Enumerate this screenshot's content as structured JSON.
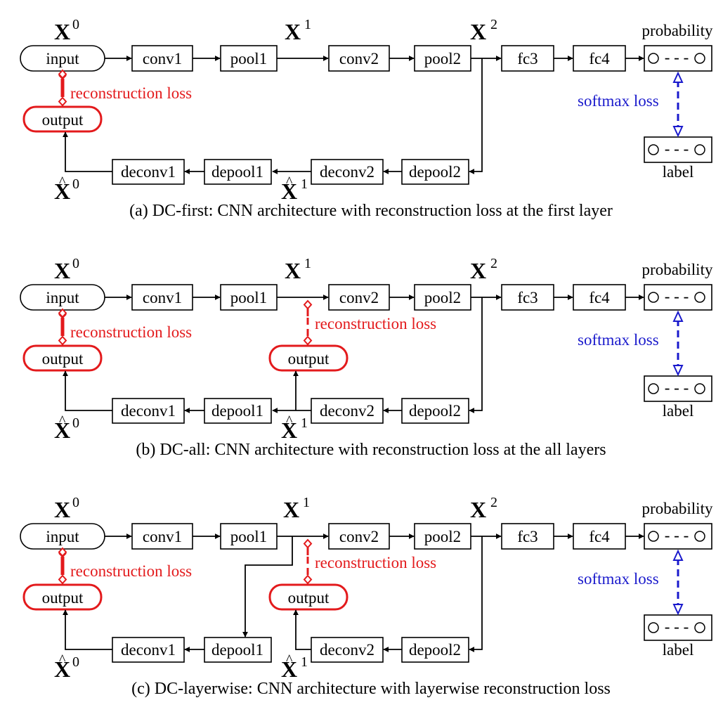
{
  "labels": {
    "input": "input",
    "output": "output",
    "conv1": "conv1",
    "pool1": "pool1",
    "conv2": "conv2",
    "pool2": "pool2",
    "fc3": "fc3",
    "fc4": "fc4",
    "deconv1": "deconv1",
    "depool1": "depool1",
    "deconv2": "deconv2",
    "depool2": "depool2",
    "probability": "probability",
    "label": "label",
    "reconstruction_loss": "reconstruction loss",
    "softmax_loss": "softmax loss",
    "var_x": "X",
    "sup0": "0",
    "sup1": "1",
    "sup2": "2",
    "hat": "^",
    "dashes": "- - -"
  },
  "captions": {
    "a": "(a)  DC-first: CNN architecture with reconstruction loss at the first layer",
    "b": "(b)  DC-all: CNN architecture with reconstruction loss at the all layers",
    "c": "(c)  DC-layerwise: CNN architecture with layerwise reconstruction loss"
  },
  "colors": {
    "reconstruction": "#e31a1c",
    "softmax": "#1a1acc",
    "default": "#000000"
  }
}
